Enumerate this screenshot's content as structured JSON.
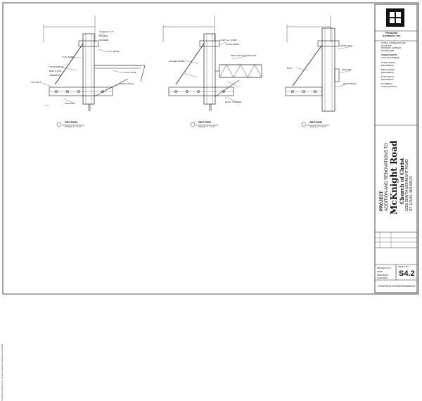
{
  "firm": {
    "name": "Fleischer",
    "name_line2": "Architects, Inc.",
    "address_lines": [
      "2375 E. CAMELBACK RD",
      "SUITE 500",
      "PHOENIX, AZ 85016",
      "602.000.0000"
    ],
    "consultant_heading": "CONSULTANTS",
    "consultant_type": "CIVIL ENGINEERS",
    "consultant_lines": [
      "STRUCTURAL",
      "ENGINEERS",
      "MECHANICAL",
      "ENGINEERS",
      "ELECTRICAL",
      "ENGINEERS",
      "PLUMBING",
      "CONSULTANTS"
    ]
  },
  "project": {
    "label": "PROJECT:",
    "line1": "ADDITION AND RENOVATIONS TO",
    "name": "McKnight Road",
    "subtitle": "Church of Christ",
    "address": "2315 SOUTH MCKNIGHT ROAD",
    "city": "ST. LOUIS, MO 63124"
  },
  "sheet": {
    "number": "S4.2",
    "footer": "CONSTRUCTION BID DRAWINGS",
    "project_no_label": "PROJECT NO:",
    "date_label": "DATE:",
    "drawn_label": "DRAWN BY:",
    "checked_label": "CHECKED:",
    "sheet_no_label": "SHEET NO:"
  },
  "sections": [
    {
      "title": "SECTION",
      "scale": "SCALE: 1\" = 1'-0\""
    },
    {
      "title": "SECTION",
      "scale": "SCALE: 1\" = 1'-0\""
    },
    {
      "title": "SECTION",
      "scale": "SCALE: 1\" = 1'-0\""
    }
  ],
  "notes": {
    "s1": [
      "LIGHT GA. F.P.",
      "DOUBLE",
      "SOLDIER",
      "T.O.P. PANEL",
      "T.O.P. SLAB",
      "TOP FRAMING",
      "BOLT & SAG",
      "SKEWBACK",
      "VAULT SLAB",
      "TOP BOLT",
      "STEEL ANGLE",
      "FLASHING"
    ],
    "s2": [
      "LIGHT GA. FORM",
      "EXIST BEAM",
      "HOLDER LEVEL",
      "SEE PLAN FOR SECTION",
      "EXIST. COLUMN"
    ],
    "s3": [
      "EXIST. WALL",
      "ANCHOR",
      "EXIST BEAM",
      "BOLT"
    ]
  },
  "margin_text": "© Fleischer Architects, Inc. All rights reserved. Reproduction prohibited."
}
